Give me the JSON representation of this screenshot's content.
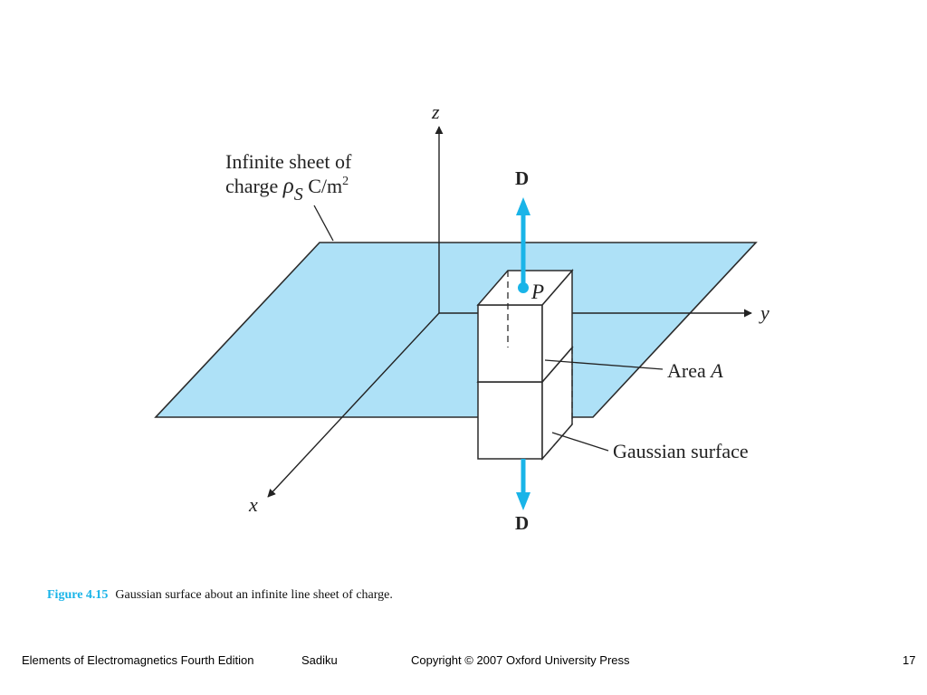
{
  "figure": {
    "axis_labels": {
      "x": "x",
      "y": "y",
      "z": "z"
    },
    "sheet_label_line1": "Infinite sheet of",
    "sheet_label_line2_prefix": "charge ",
    "sheet_label_rho": "ρ",
    "sheet_label_sub": "S",
    "sheet_label_unit": " C/m",
    "sheet_label_exp": "2",
    "vector_label_top": "D",
    "vector_label_bottom": "D",
    "point_label": "P",
    "area_label_text": "Area ",
    "area_label_var": "A",
    "surface_label": "Gaussian surface",
    "colors": {
      "sheet_fill": "#aee1f7",
      "vector": "#19b4e8",
      "area_fill": "#a0a0a0",
      "caption_accent": "#19b4e8"
    }
  },
  "caption": {
    "number": "Figure 4.15",
    "text": "Gaussian surface about an infinite line sheet of charge."
  },
  "footer": {
    "book": "Elements of Electromagnetics Fourth Edition",
    "author": "Sadiku",
    "copyright": "Copyright © 2007 Oxford University Press",
    "page": "17"
  }
}
